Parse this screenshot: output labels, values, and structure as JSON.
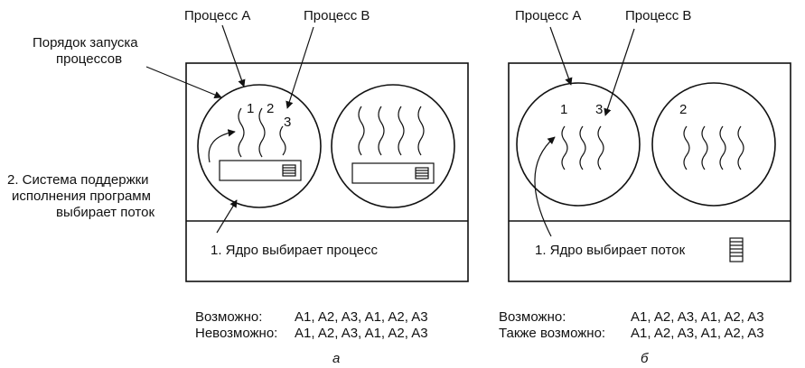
{
  "left": {
    "process_a": "Процесс  A",
    "process_b": "Процесс B",
    "launch_order_line1": "Порядок запуска",
    "launch_order_line2": "процессов",
    "thread_num_1": "1",
    "thread_num_2": "2",
    "thread_num_3": "3",
    "runtime_line1": "2. Система поддержки",
    "runtime_line2": "исполнения программ",
    "runtime_line3": "выбирает поток",
    "kernel_label": "1. Ядро выбирает процесс",
    "possible_label": "Возможно:",
    "possible_seq": "A1, A2, A3, A1, A2, A3",
    "impossible_label": "Невозможно:",
    "impossible_seq": "A1, A2, A3, A1, A2, A3",
    "caption": "а"
  },
  "right": {
    "process_a": "Процесс  A",
    "process_b": "Процесс B",
    "thread_num_1": "1",
    "thread_num_3": "3",
    "thread_num_2": "2",
    "kernel_label": "1. Ядро выбирает поток",
    "possible_label": "Возможно:",
    "possible_seq": "A1, A2, A3, A1, A2, A3",
    "also_possible_label": "Также возможно:",
    "also_possible_seq": "A1, A2, A3, A1, A2, A3",
    "caption": "б"
  }
}
